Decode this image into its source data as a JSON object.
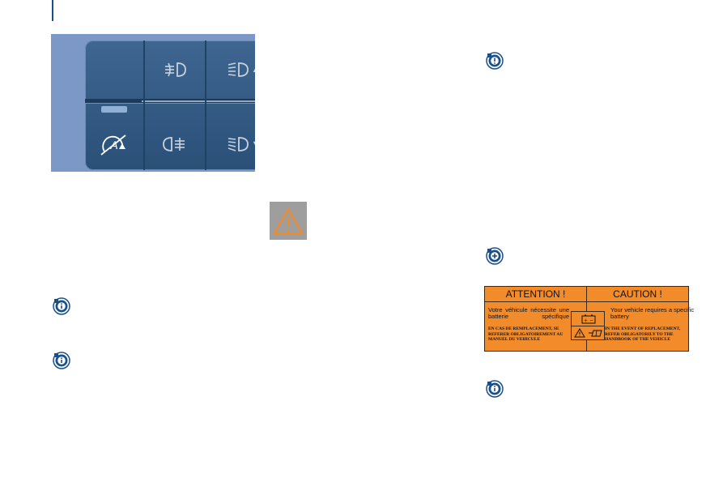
{
  "colors": {
    "accent": "#1a4f8a",
    "label_bg": "#f28b2a",
    "warning_icon": "#f28b2a",
    "warning_box_bg": "#9e9e9e",
    "panel_bg": "#7c98c6"
  },
  "photo": {
    "icons": [
      "foglight-front-icon",
      "headlamp-level-up-icon",
      "stop-start-off-icon",
      "foglight-rear-icon",
      "headlamp-level-down-icon"
    ],
    "up_arrow": "▲",
    "down_arrow": "▼"
  },
  "callouts": {
    "info_1": "info-icon",
    "info_2": "info-icon",
    "info_3": "info-icon",
    "important_1": "exclamation-icon",
    "tip_1": "plus-icon",
    "warning_1": "warning-triangle-icon"
  },
  "battery_label": {
    "title_fr": "ATTENTION !",
    "title_en": "CAUTION !",
    "text_fr": "Votre véhicule nécessite une batterie spécifique",
    "text_en": "Your vehicle requires a specific battery",
    "fine_fr": "EN CAS DE REMPLACEMENT, SE REFERER OBLIGATOIREMENT AU MANUEL DU VEHICULE",
    "fine_en": "IN THE EVENT OF REPLACEMENT, REFER OBLIGATORILY TO THE HANDBOOK OF THE VEHICLE",
    "battery_symbol": "+ −",
    "icons": [
      "battery-icon",
      "warning-triangle-icon",
      "manual-book-icon"
    ]
  }
}
